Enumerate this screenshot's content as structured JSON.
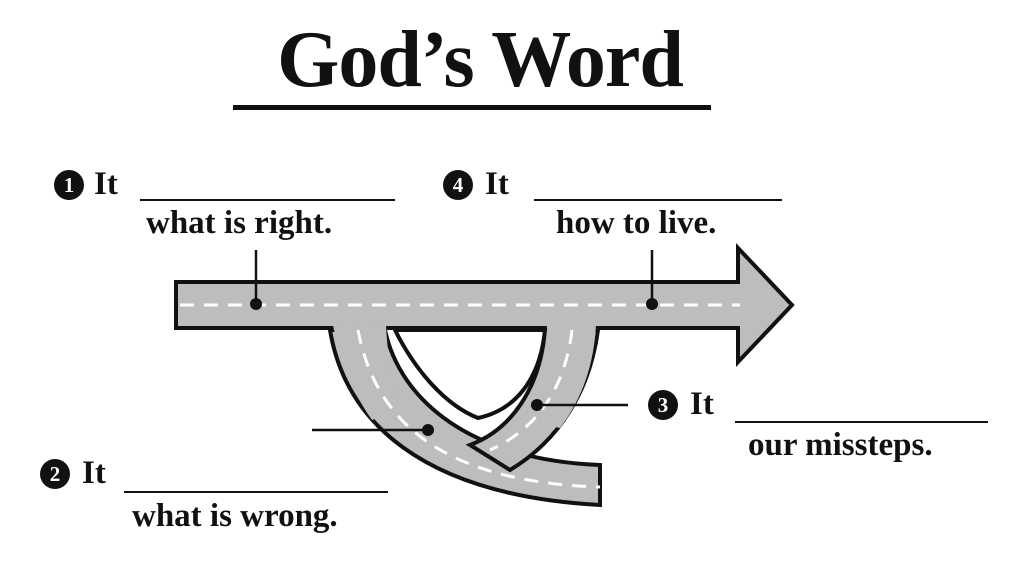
{
  "title": "God’s Word",
  "items": [
    {
      "number": "1",
      "prefix": "It",
      "answer": "what is right."
    },
    {
      "number": "2",
      "prefix": "It",
      "answer": "what is wrong."
    },
    {
      "number": "3",
      "prefix": "It",
      "answer": "our missteps."
    },
    {
      "number": "4",
      "prefix": "It",
      "answer": "how to live."
    }
  ],
  "colors": {
    "road": "#bdbdbd",
    "outline": "#111111",
    "lane": "#ffffff"
  }
}
